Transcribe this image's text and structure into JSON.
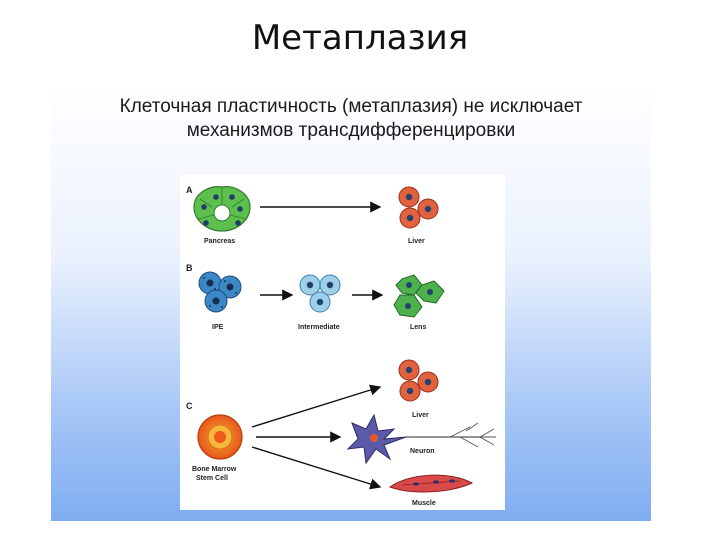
{
  "slide": {
    "title": "Метаплазия",
    "subtitle_lines": [
      "Клеточная пластичность (метаплазия) не исключает",
      "механизмов трансдифференцировки"
    ]
  },
  "figure": {
    "panels": [
      {
        "letter": "A",
        "from": "Pancreas",
        "to": [
          "Liver"
        ]
      },
      {
        "letter": "B",
        "from": "IPE",
        "via": "Intermediate",
        "to": [
          "Lens"
        ]
      },
      {
        "letter": "C",
        "from_lines": [
          "Bone Marrow",
          "Stem Cell"
        ],
        "to": [
          "Liver",
          "Neuron",
          "Muscle"
        ]
      }
    ],
    "colors": {
      "pancreas_green": "#5cbf4e",
      "liver_red": "#e0623f",
      "ipe_blue": "#3c87c6",
      "intermediate_blue": "#9fd0ea",
      "lens_green": "#4db14d",
      "stem_orange": "#f07a22",
      "neuron_purple": "#5b5aa8",
      "muscle_red": "#d94a4a"
    }
  }
}
